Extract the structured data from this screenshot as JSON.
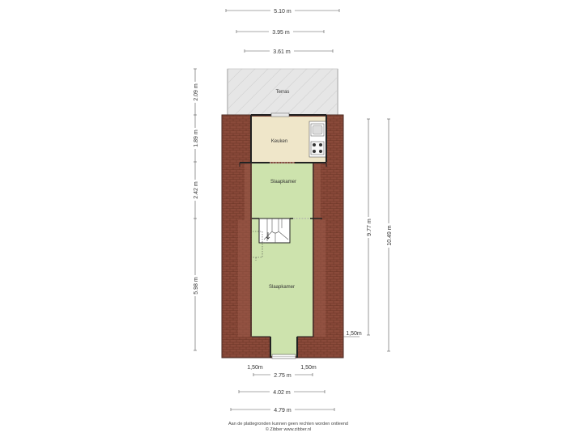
{
  "rooms": {
    "terras": "Terras",
    "keuken": "Keuken",
    "slaapkamer_top": "Slaapkamer",
    "slaapkamer_bottom": "Slaapkamer"
  },
  "dimensions": {
    "top_1": "5.10 m",
    "top_2": "3.95 m",
    "top_3": "3.61 m",
    "left_1": "2.09 m",
    "left_2": "1.89 m",
    "left_3": "2.42 m",
    "left_4": "5.98 m",
    "right_1": "9.77 m",
    "right_2": "10.49 m",
    "right_small": "1,50m",
    "bottom_small_left": "1,50m",
    "bottom_small_right": "1,50m",
    "bottom_1": "2.75 m",
    "bottom_2": "4.02 m",
    "bottom_3": "4.79 m"
  },
  "footer": {
    "line1": "Aan de plattegronden kunnen geen rechten worden ontleend",
    "line2": "© Zibber www.zibber.nl"
  },
  "colors": {
    "roof": "#8a4a3a",
    "kitchen": "#efe6c9",
    "bedroom": "#cde3ad",
    "terrace": "#e6e6e6",
    "wall": "#222222",
    "dimension": "#555555"
  }
}
